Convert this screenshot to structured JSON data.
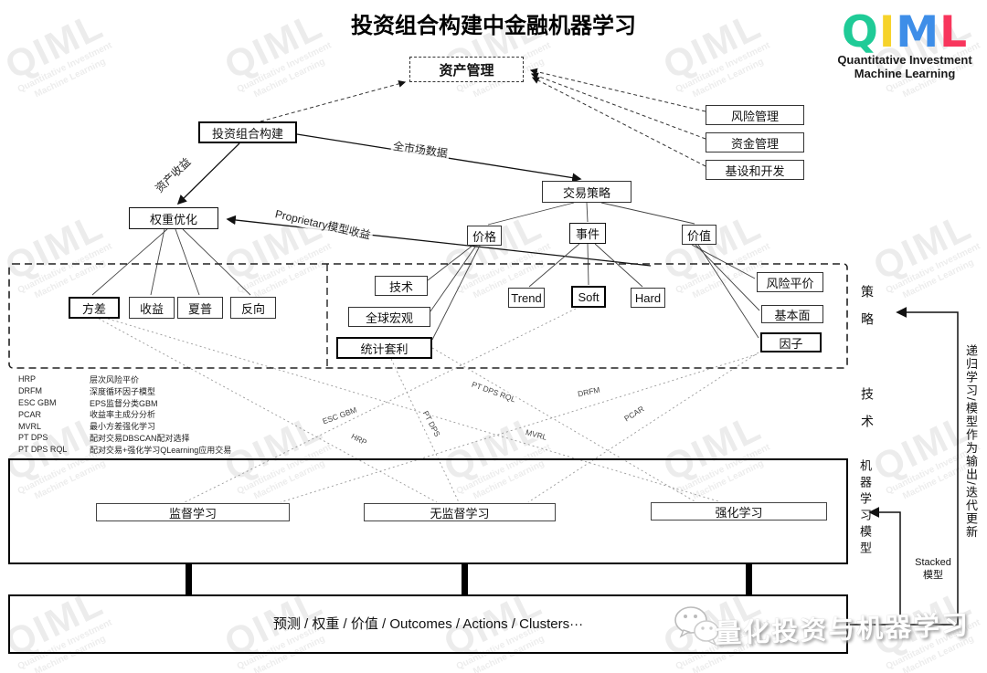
{
  "title": "投资组合构建中金融机器学习",
  "logo": {
    "letters": [
      {
        "char": "Q",
        "color": "#1FCB97"
      },
      {
        "char": "I",
        "color": "#F6D32B"
      },
      {
        "char": "M",
        "color": "#3E8EE8"
      },
      {
        "char": "L",
        "color": "#F8355C"
      }
    ],
    "line1": "Quantitative Investment",
    "line2": "Machine Learning"
  },
  "nodes": {
    "asset_mgmt": {
      "label": "资产管理"
    },
    "portfolio": {
      "label": "投资组合构建"
    },
    "risk_mgmt": {
      "label": "风险管理"
    },
    "capital_mgmt": {
      "label": "资金管理"
    },
    "infra_dev": {
      "label": "基设和开发"
    },
    "trading": {
      "label": "交易策略"
    },
    "weight_opt": {
      "label": "权重优化"
    },
    "price": {
      "label": "价格"
    },
    "event": {
      "label": "事件"
    },
    "value": {
      "label": "价值"
    },
    "variance": {
      "label": "方差"
    },
    "returns": {
      "label": "收益"
    },
    "sharpe": {
      "label": "夏普"
    },
    "inverse": {
      "label": "反向"
    },
    "technical": {
      "label": "技术"
    },
    "global_macro": {
      "label": "全球宏观"
    },
    "stat_arb": {
      "label": "统计套利"
    },
    "trend": {
      "label": "Trend"
    },
    "soft": {
      "label": "Soft"
    },
    "hard": {
      "label": "Hard"
    },
    "risk_parity": {
      "label": "风险平价"
    },
    "fundamental": {
      "label": "基本面"
    },
    "factor": {
      "label": "因子"
    },
    "supervised": {
      "label": "监督学习"
    },
    "unsupervised": {
      "label": "无监督学习"
    },
    "reinforcement": {
      "label": "强化学习"
    }
  },
  "edge_labels": {
    "asset_return": "资产收益",
    "market_data": "全市场数据",
    "proprietary": "Proprietary模型收益"
  },
  "connector_labels": [
    {
      "text": "ESC GBM"
    },
    {
      "text": "HRP"
    },
    {
      "text": "PT DPS"
    },
    {
      "text": "PT DPS RQL"
    },
    {
      "text": "MVRL"
    },
    {
      "text": "DRFM"
    },
    {
      "text": "PCAR"
    }
  ],
  "legend": [
    {
      "code": "HRP",
      "desc": "层次风险平价"
    },
    {
      "code": "DRFM",
      "desc": "深度循环因子模型"
    },
    {
      "code": "ESC GBM",
      "desc": "EPS监督分类GBM"
    },
    {
      "code": "PCAR",
      "desc": "收益率主成分分析"
    },
    {
      "code": "MVRL",
      "desc": "最小方差强化学习"
    },
    {
      "code": "PT DPS",
      "desc": "配对交易DBSCAN配对选择"
    },
    {
      "code": "PT DPS RQL",
      "desc": "配对交易+强化学习QLearning应用交易"
    }
  ],
  "side": {
    "strategy": "策略",
    "technique": "技术",
    "ml_model": "机器学习模型",
    "recursive": "递归学习/模型作为输出/迭代更新",
    "stacked_line1": "Stacked",
    "stacked_line2": "模型"
  },
  "bottom": {
    "outputs": "预测 / 权重 / 价值 / Outcomes / Actions / Clusters···"
  },
  "watermark": {
    "brand": "量化投资与机器学习",
    "tile_letters": "QIML",
    "tile_line1": "Quantitative Investment",
    "tile_line2": "Machine Learning"
  }
}
